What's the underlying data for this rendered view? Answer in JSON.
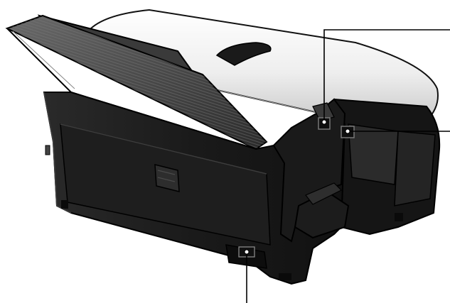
{
  "figure": {
    "kind": "printer-rear-view-photo",
    "subject_icon": "printer-illustration",
    "background_color": "#ffffff",
    "body_color": "#1c1c1c",
    "cover_color": "#efefef",
    "callout_line_color": "#000000",
    "callouts": [
      {
        "name": "top-right-callout",
        "target": "rear-port-left",
        "label": ""
      },
      {
        "name": "middle-right-callout",
        "target": "rear-port-right",
        "label": ""
      },
      {
        "name": "bottom-callout",
        "target": "power-connector",
        "label": ""
      }
    ]
  }
}
